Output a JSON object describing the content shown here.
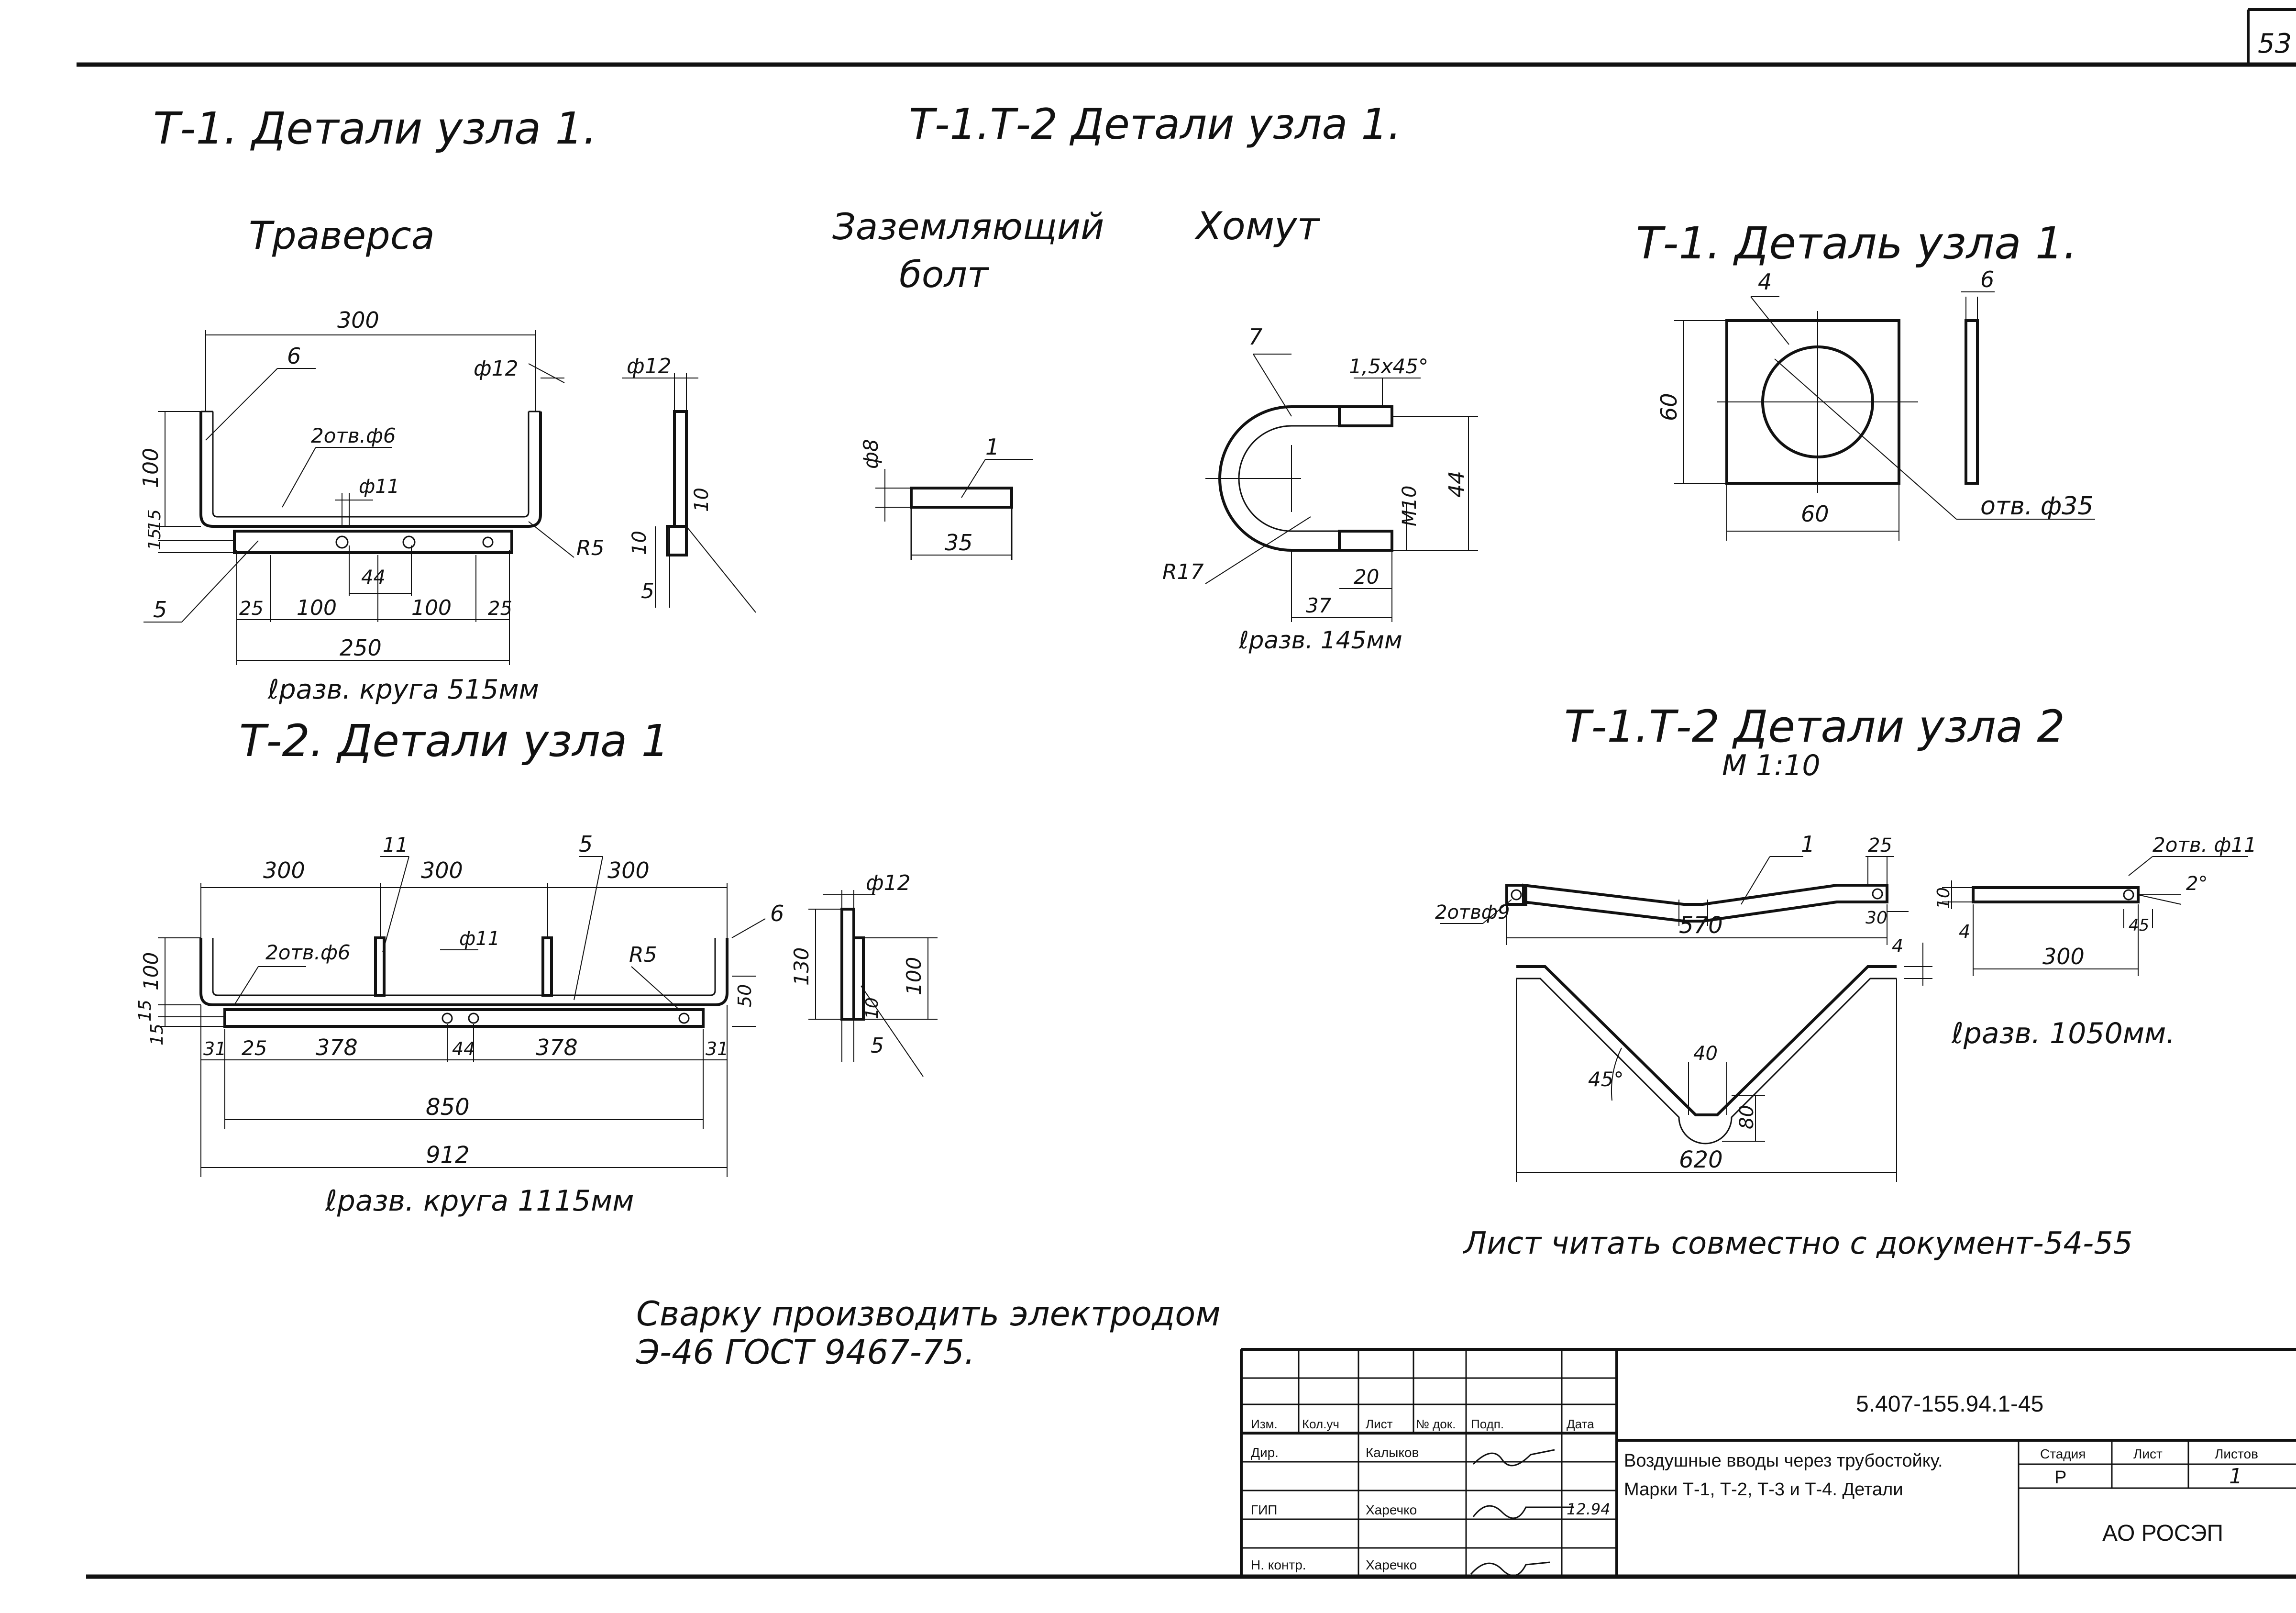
{
  "sheet": {
    "page_number": "53",
    "titles": {
      "t1_node1": "Т-1. Детали узла 1.",
      "t1t2_node1": "Т-1.Т-2 Детали узла 1.",
      "t2_node1": "Т-2. Детали узла 1",
      "t1_detail_node1": "Т-1. Деталь узла 1.",
      "t1t2_node2": "Т-1.Т-2 Детали узла 2",
      "t1t2_node2_scale": "М 1:10"
    },
    "part_names": {
      "traverse": "Траверса",
      "ground_bolt_line1": "Заземляющий",
      "ground_bolt_line2": "болт",
      "clamp": "Хомут"
    },
    "traverse_dims": {
      "width": "300",
      "pos6": "6",
      "dia12": "ф12",
      "holes": "2отв.ф6",
      "hole11": "ф11",
      "h100": "100",
      "h15a": "15",
      "h15b": "15",
      "r5": "R5",
      "d44": "44",
      "pos5": "5",
      "d25a": "25",
      "d100a": "100",
      "d100b": "100",
      "d25b": "25",
      "d250": "250",
      "length": "ℓразв. круга 515мм",
      "side_dia12": "ф12",
      "side_10a": "10",
      "side_10b": "10",
      "side_5": "5"
    },
    "bolt_dims": {
      "pos1": "1",
      "dia8": "ф8",
      "len35": "35"
    },
    "clamp_dims": {
      "pos7": "7",
      "chamfer": "1,5х45°",
      "m10": "М10",
      "d44": "44",
      "r17": "R17",
      "d20": "20",
      "d37": "37",
      "length": "ℓразв. 145мм"
    },
    "plate_dims": {
      "pos4": "4",
      "pos6": "6",
      "h60": "60",
      "w60": "60",
      "hole": "отв. ф35"
    },
    "t2_dims": {
      "d300a": "300",
      "d300b": "300",
      "d300c": "300",
      "pos11": "11",
      "pos5": "5",
      "pos6": "6",
      "holes": "2отв.ф6",
      "hole11": "ф11",
      "r5": "R5",
      "h100": "100",
      "h50": "50",
      "h15a": "15",
      "h15b": "15",
      "d31a": "31",
      "d25": "25",
      "d378a": "378",
      "d44": "44",
      "d378b": "378",
      "d31b": "31",
      "d850": "850",
      "d912": "912",
      "length": "ℓразв. круга 1115мм",
      "side_dia12": "ф12",
      "side_130": "130",
      "side_100": "100",
      "side_10": "10",
      "side_5": "5"
    },
    "node2_dims": {
      "holes9": "2отвф9",
      "pos1": "1",
      "d25": "25",
      "d30": "30",
      "d570": "570",
      "d4": "4",
      "d45deg": "45°",
      "d40": "40",
      "d80": "80",
      "d620": "620",
      "holes11": "2отв. ф11",
      "deg2": "2°",
      "d10": "10",
      "d4b": "4",
      "d45": "45",
      "d300": "300",
      "length": "ℓразв. 1050мм."
    },
    "notes": {
      "read_with": "Лист читать совместно с документ-54-55",
      "welding_line1": "Сварку производить электродом",
      "welding_line2": "Э-46 ГОСТ 9467-75."
    },
    "title_block": {
      "doc_code": "5.407-155.94.1-45",
      "col_izm": "Изм.",
      "col_kolu": "Кол.уч",
      "col_list": "Лист",
      "col_ndok": "№ док.",
      "col_podp": "Подп.",
      "col_data": "Дата",
      "role_dir": "Дир.",
      "name_dir": "Калыков",
      "role_gip": "ГИП",
      "name_gip": "Харечко",
      "date_gip": "12.94",
      "role_nkontr": "Н. контр.",
      "name_nkontr": "Харечко",
      "title_line1": "Воздушные вводы через трубостойку.",
      "title_line2": "Марки Т-1, Т-2, Т-3 и Т-4. Детали",
      "stage_label": "Стадия",
      "sheet_label": "Лист",
      "sheets_label": "Листов",
      "stage_value": "Р",
      "sheets_value": "1",
      "organization": "АО РОСЭП"
    }
  }
}
